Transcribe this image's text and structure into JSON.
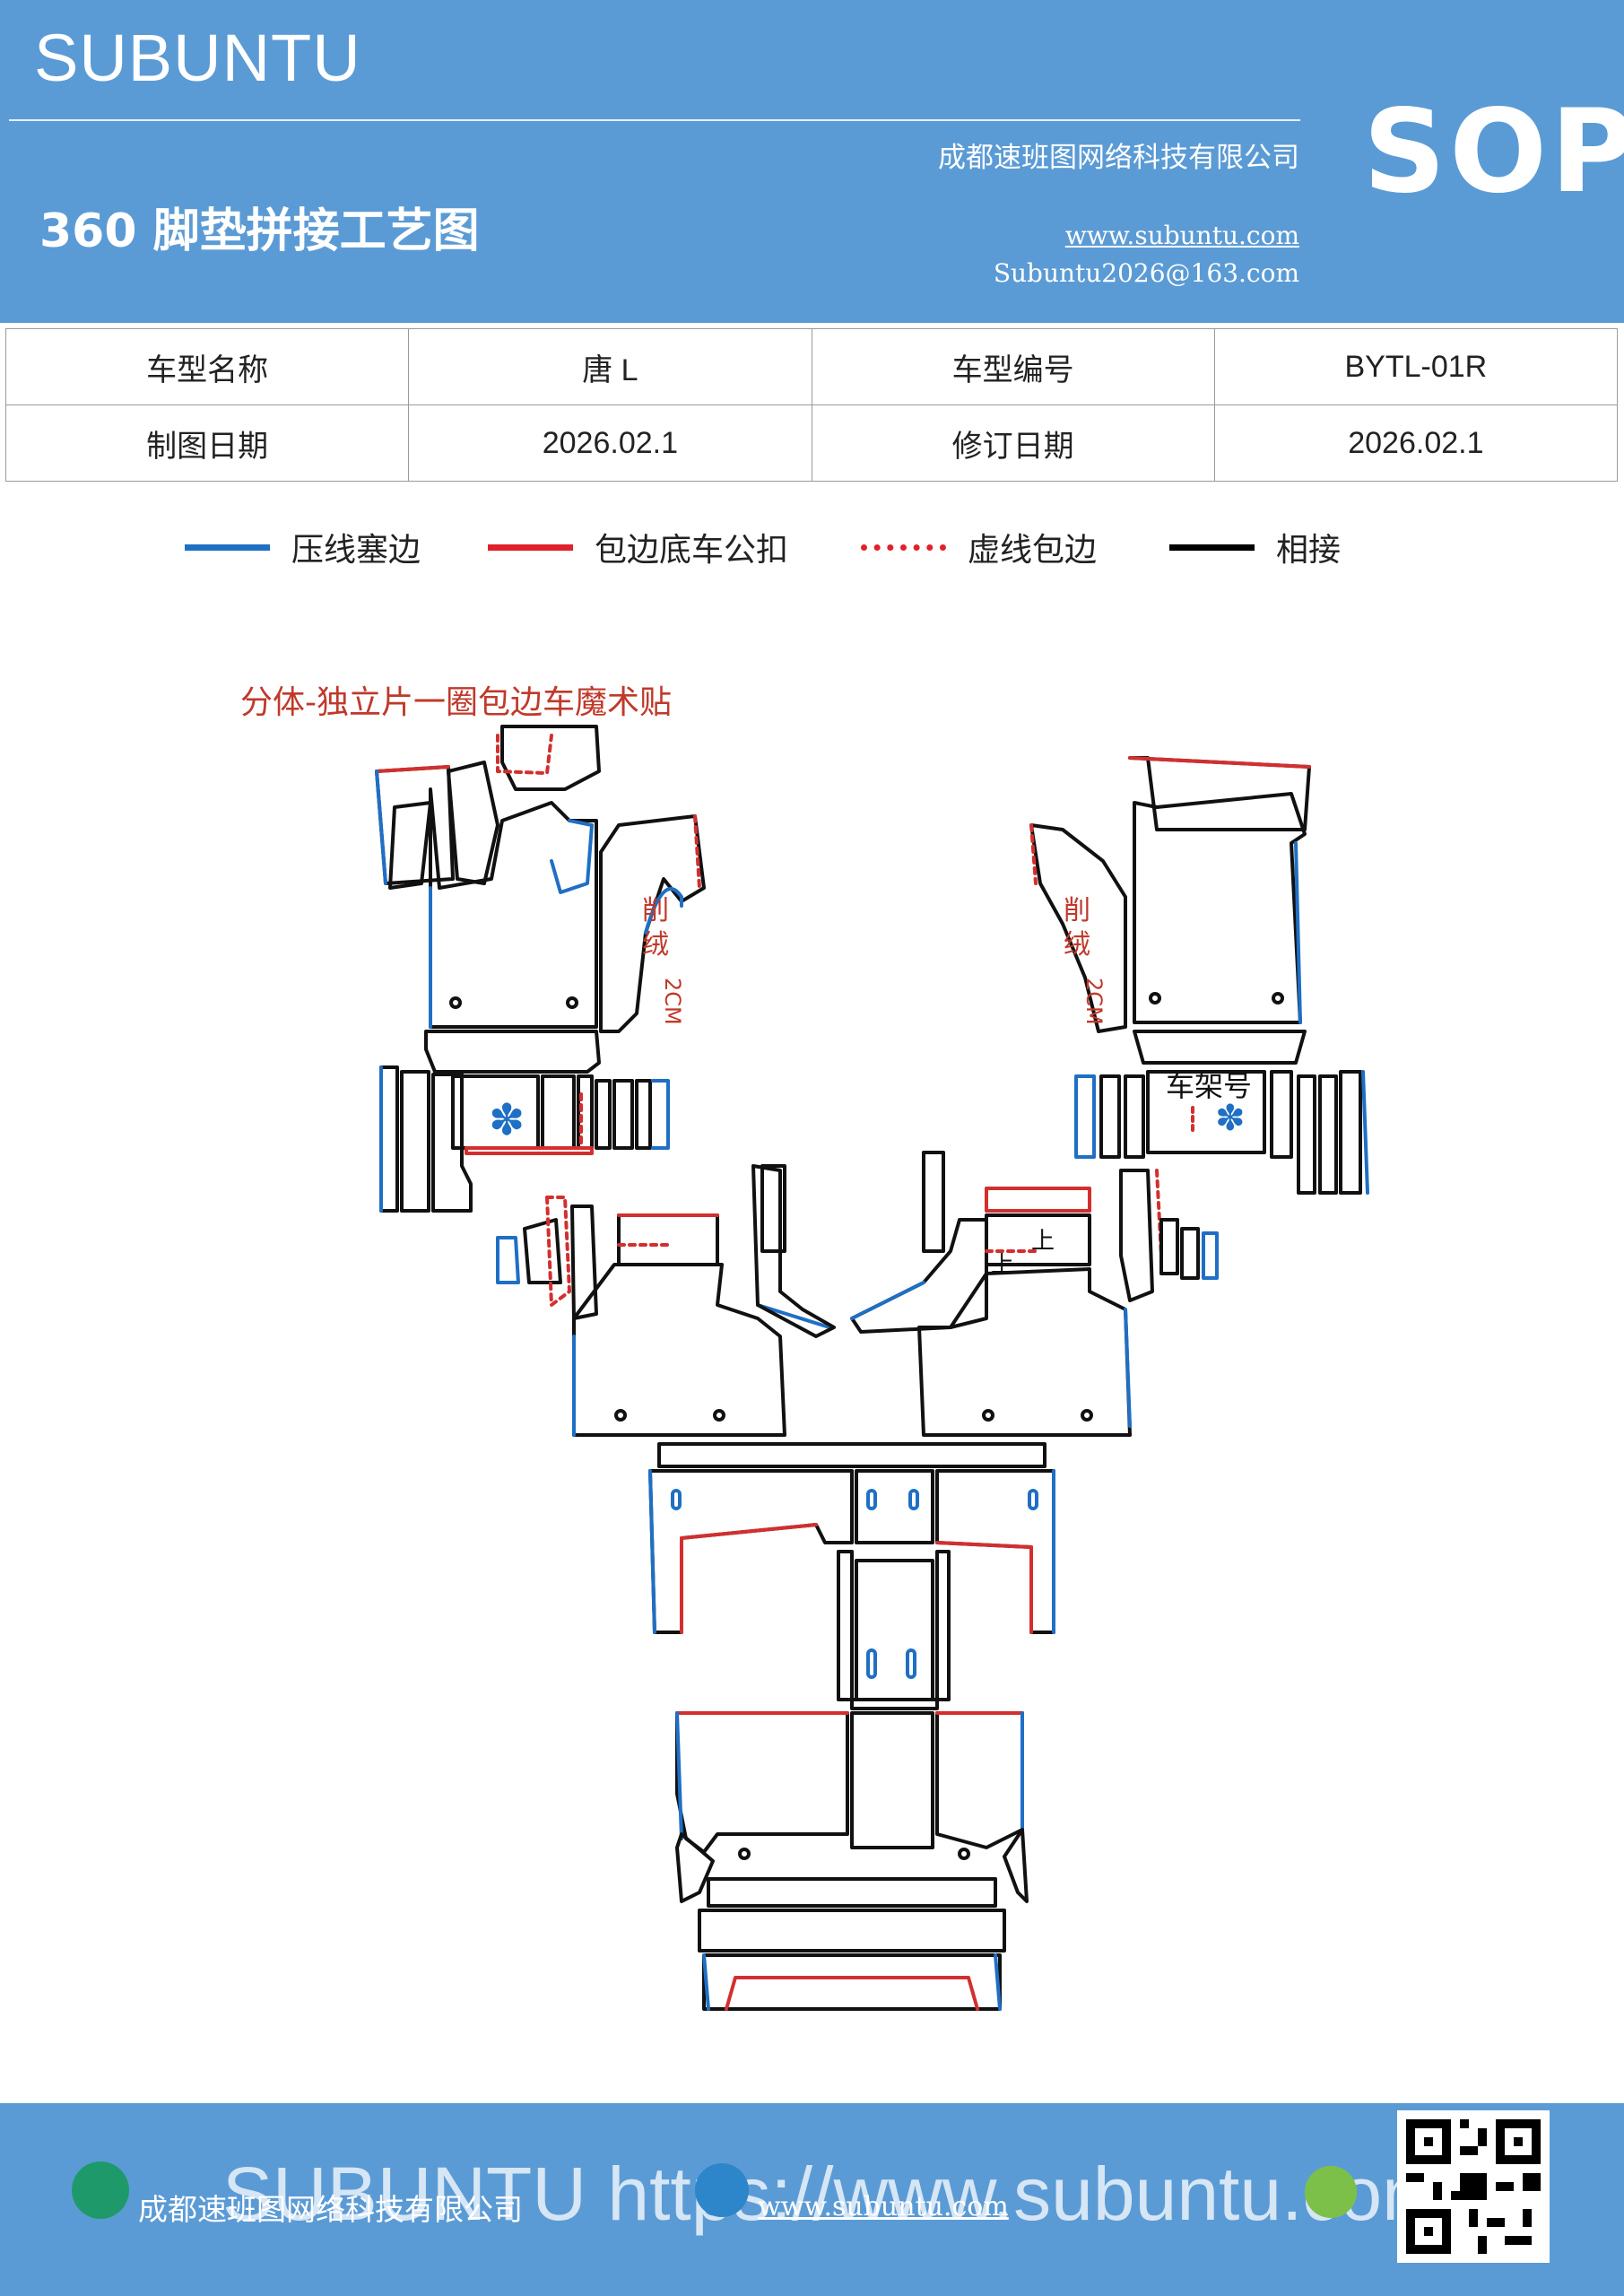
{
  "header": {
    "brand": "SUBUNTU",
    "badge": "SOP",
    "company": "成都速班图网络科技有限公司",
    "title": "360 脚垫拼接工艺图",
    "website": "www.subuntu.com",
    "email": "Subuntu2026@163.com",
    "background_color": "#5b9bd5"
  },
  "info_table": {
    "rows": [
      [
        "车型名称",
        "唐 L",
        "车型编号",
        "BYTL-01R"
      ],
      [
        "制图日期",
        "2026.02.1",
        "修订日期",
        "2026.02.1"
      ]
    ]
  },
  "legend": [
    {
      "label": "压线塞边",
      "color": "#1f6fc4",
      "style": "solid"
    },
    {
      "label": "包边底车公扣",
      "color": "#e0202a",
      "style": "solid"
    },
    {
      "label": "虚线包边",
      "color": "#e0202a",
      "style": "dotted"
    },
    {
      "label": "相接",
      "color": "#000000",
      "style": "solid"
    }
  ],
  "diagram": {
    "note_top": "分体-独立片一圈包边车魔术贴",
    "trim_label_chars": [
      "削",
      "绒",
      "2CM"
    ],
    "frame_number_label": "车架号",
    "up_marker": "上",
    "colors": {
      "blue": "#1f6fc4",
      "red": "#d32f2f",
      "black": "#111111",
      "note_red": "#c0392b"
    }
  },
  "footer": {
    "company": "成都速班图网络科技有限公司",
    "website": "www.subuntu.com",
    "watermark": "SUBUNTU https://www.subuntu.com",
    "icons": [
      "building-icon",
      "globe-icon",
      "wechat-icon",
      "qr-code"
    ]
  }
}
